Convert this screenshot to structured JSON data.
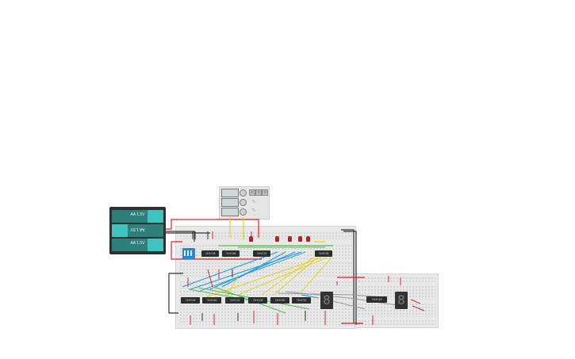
{
  "canvas": {
    "background": "#ffffff"
  },
  "battery_pack": {
    "cells": [
      {
        "label": "AA 1.5V",
        "orientation": "normal"
      },
      {
        "label": "AA 1.5V",
        "orientation": "flipped"
      },
      {
        "label": "AA 1.5V",
        "orientation": "normal"
      }
    ],
    "colors": {
      "body": "#2f2f2f",
      "cell": "#2e7f7c",
      "cap": "#3fc3c0"
    }
  },
  "function_generator": {
    "buttons": [
      "⊓",
      "⊓",
      "⊓"
    ],
    "waves": [
      "∿",
      "∿"
    ]
  },
  "ics_top": [
    {
      "label": "74HC08"
    },
    {
      "label": "74HC86"
    },
    {
      "label": "74HC32"
    },
    {
      "label": "74HC08"
    }
  ],
  "ics_bottom": [
    {
      "label": "74HC08"
    },
    {
      "label": "74HC86"
    },
    {
      "label": "74HC32"
    },
    {
      "label": "74HC08"
    },
    {
      "label": "74HC86"
    },
    {
      "label": "74HC32"
    }
  ],
  "ic_right": {
    "label": "74HC48"
  },
  "seven_segment_displays": [
    {
      "digit": "8"
    },
    {
      "digit": "8"
    }
  ],
  "wire_colors": {
    "red": "#d9262b",
    "black": "#333333",
    "yellow": "#e6d21f",
    "green": "#57b94a",
    "blue": "#1f9ad6",
    "gray": "#9a9a9a"
  }
}
